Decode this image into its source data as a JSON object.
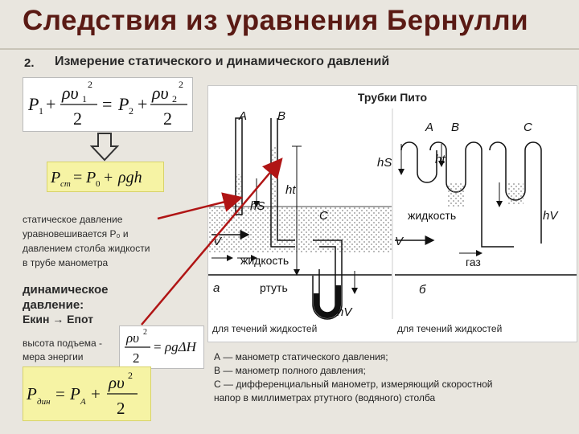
{
  "title": "Следствия из уравнения Бернулли",
  "section_number": "2.",
  "section_title": "Измерение статического и динамического давлений",
  "formulas": {
    "bernoulli": "P₁ + ρυ₁²/2 = P₂ + ρυ₂²/2",
    "static": "Pст = P₀ + ρgh",
    "height": "ρυ²/2 = ρgΔH",
    "dynamic": "Pдин = PA + ρυ²/2"
  },
  "static_caption": {
    "line1": "статическое давление",
    "line2": "уравновешивается P₀ и",
    "line3": "давлением столба жидкости",
    "line4": "в трубе манометра"
  },
  "dynamic_caption": {
    "line1": "динамическое",
    "line2": "давление:",
    "energy": "Eкин → Eпот"
  },
  "height_caption": {
    "line1": "высота подъема -",
    "line2": "мера энергии"
  },
  "diagram": {
    "title": "Трубки Пито",
    "left": {
      "tube_a": "A",
      "tube_b": "B",
      "tube_c": "C",
      "hs": "hS",
      "ht": "ht",
      "hv": "hV",
      "flow": "V",
      "liquid": "жидкость",
      "mercury": "ртуть",
      "panel": "а",
      "caption": "для течений жидкостей"
    },
    "right": {
      "tube_a": "A",
      "tube_b": "B",
      "tube_c": "C",
      "hs": "hS",
      "ht": "ht",
      "hv": "hV",
      "flow": "V",
      "liquid": "жидкость",
      "gas": "газ",
      "panel": "б",
      "caption": "для течений жидкостей"
    }
  },
  "legend": {
    "a": "А — манометр статического давления;",
    "b": "В — манометр полного давления;",
    "c1": "С — дифференциальный манометр, измеряющий скоростной",
    "c2": "напор в миллиметрах ртутного (водяного) столба"
  },
  "colors": {
    "title": "#5a1a14",
    "arrow": "#b01515",
    "formula_yellow": "#f6f3a4"
  }
}
